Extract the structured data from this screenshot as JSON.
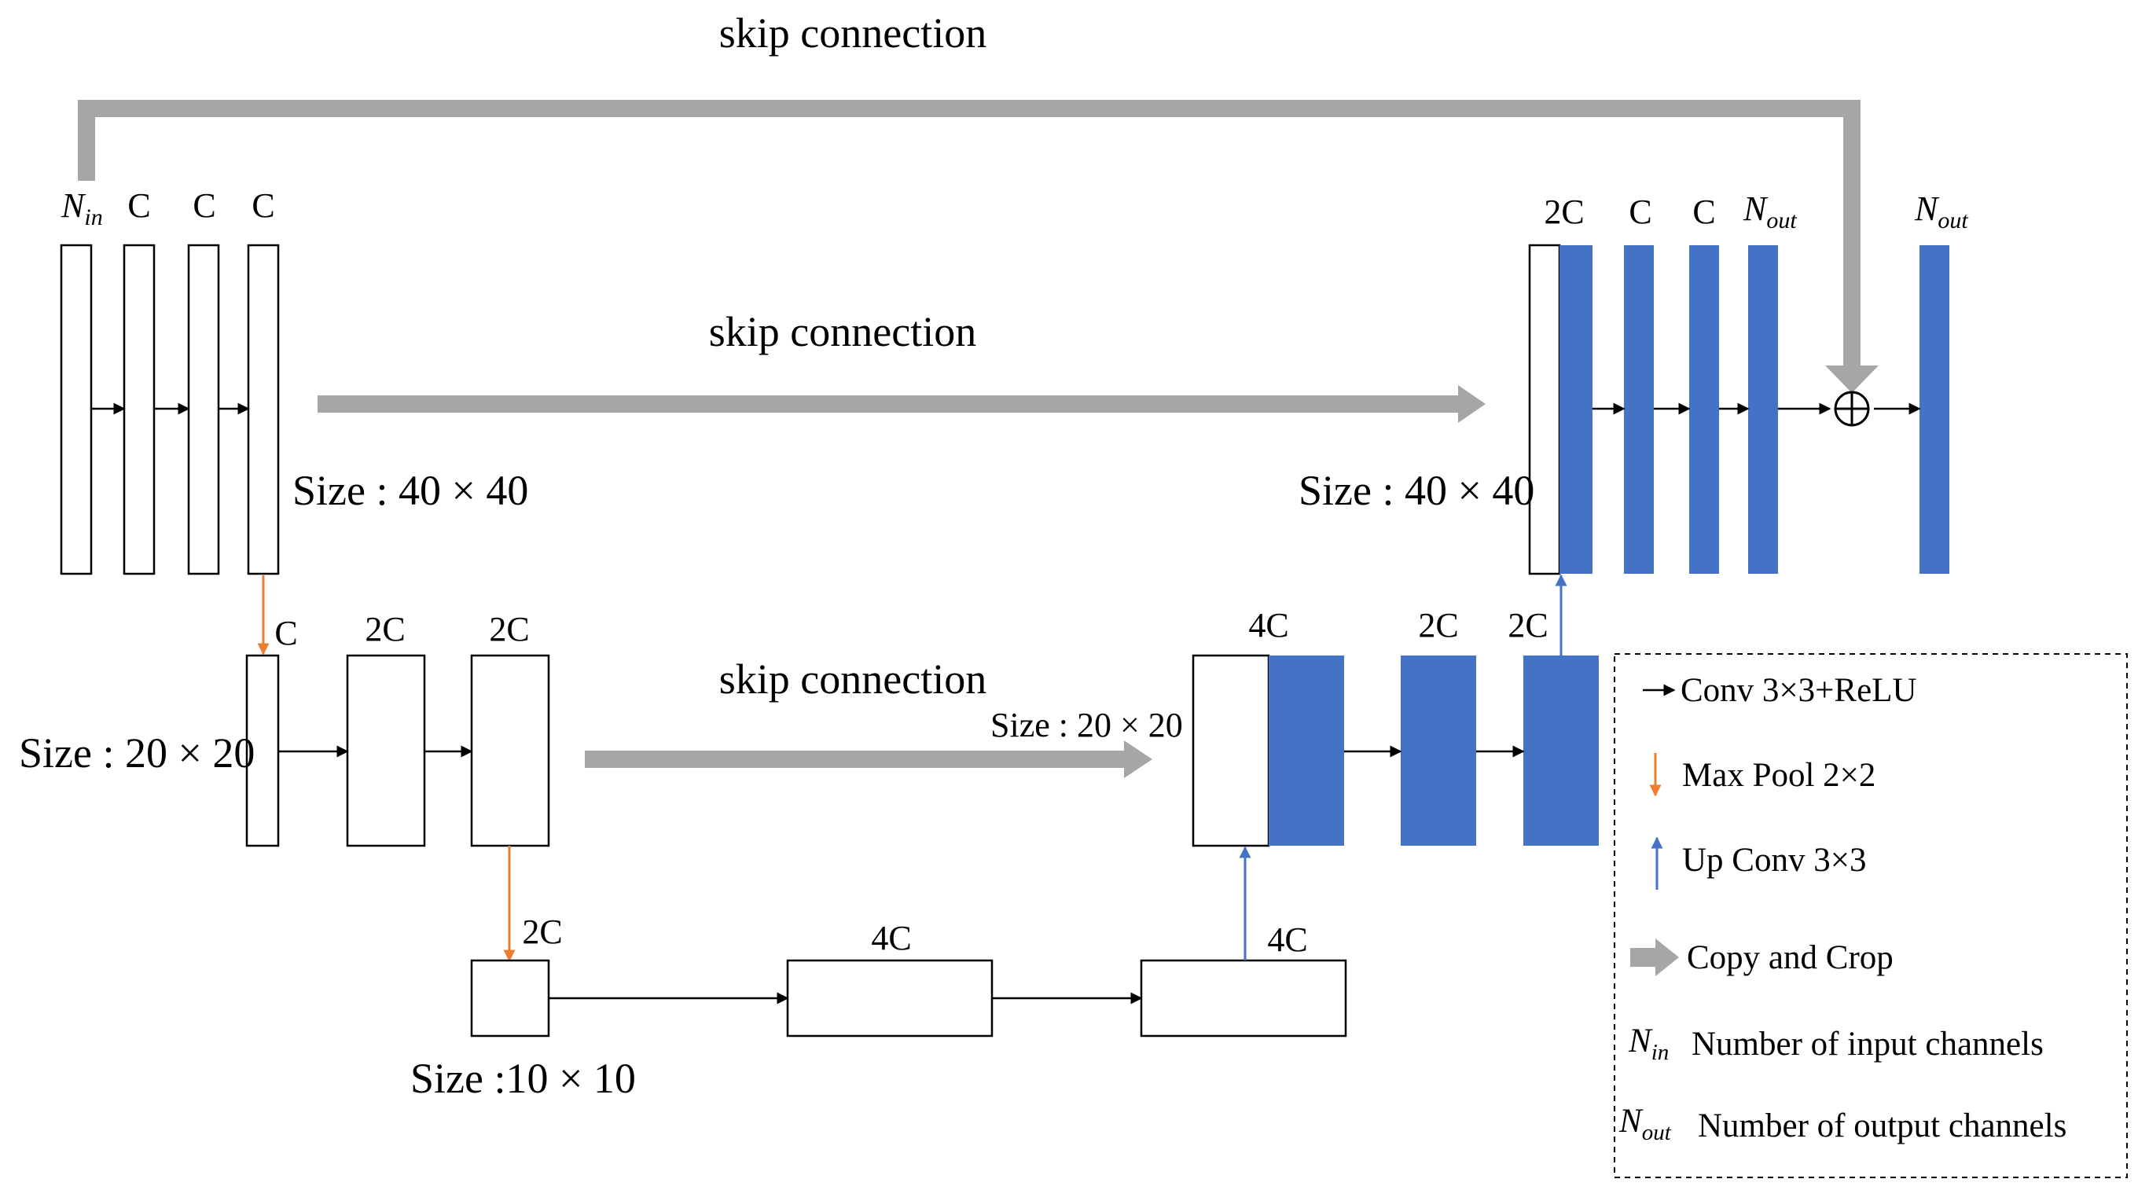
{
  "skip_labels": {
    "top": "skip connection",
    "level1": "skip connection",
    "level2": "skip connection"
  },
  "channel_labels": {
    "n_base": "N",
    "n_in_sub": "in",
    "n_out_sub": "out",
    "c": "C",
    "two_c": "2C",
    "four_c": "4C"
  },
  "size_labels": {
    "enc_40": "Size : 40 × 40",
    "dec_40": "Size : 40 × 40",
    "enc_20": "Size : 20 × 20",
    "dec_20": "Size : 20 × 20",
    "bottom_10": "Size :10 × 10"
  },
  "sum_symbol": "⊕",
  "legend": {
    "conv": "Conv 3×3+ReLU",
    "pool": "Max Pool 2×2",
    "up": "Up Conv 3×3",
    "copy": "Copy and Crop",
    "n_in_text": "Number of input channels",
    "n_out_text": "Number of output channels"
  },
  "colors": {
    "blue_block": "#4472C4",
    "skip_arrow": "#A6A6A6",
    "max_pool": "#ED7D31",
    "up_conv": "#4472C4"
  }
}
